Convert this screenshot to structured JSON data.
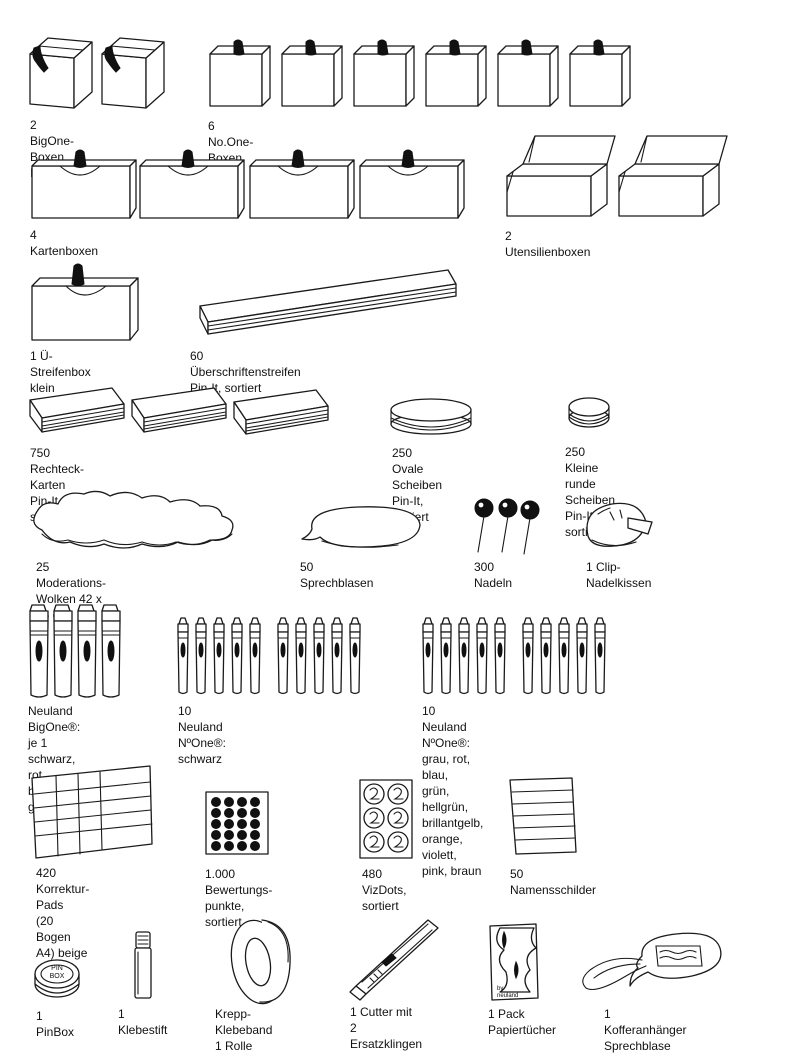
{
  "items": [
    {
      "id": "bigone-boxes",
      "icon": "box-icon",
      "label": "2 BigOne-Boxen III"
    },
    {
      "id": "noone-boxes",
      "icon": "box-icon",
      "label": "6 No.One-Boxen"
    },
    {
      "id": "card-boxes",
      "icon": "card-box-icon",
      "label": "4 Kartenboxen"
    },
    {
      "id": "utensil-boxes",
      "icon": "open-box-icon",
      "label": "2 Utensilienboxen"
    },
    {
      "id": "strip-box",
      "icon": "strip-box-icon",
      "label": "1 Ü-Streifenbox klein"
    },
    {
      "id": "header-strips",
      "icon": "paper-strip-icon",
      "label": "60 Überschriftenstreifen Pin-It, sortiert"
    },
    {
      "id": "rect-cards",
      "icon": "card-stack-icon",
      "label": "750 Rechteck-Karten Pin-It, sortiert"
    },
    {
      "id": "oval-discs",
      "icon": "oval-stack-icon",
      "label": "250 Ovale Scheiben\nPin-It, sortiert"
    },
    {
      "id": "round-discs",
      "icon": "round-stack-icon",
      "label": "250 Kleine runde\nScheiben Pin-It, sortiert"
    },
    {
      "id": "clouds",
      "icon": "cloud-icon",
      "label": "25 Moderations-Wolken 42 x 25 cm"
    },
    {
      "id": "speech-bubbles",
      "icon": "speech-bubble-icon",
      "label": "50 Sprechblasen"
    },
    {
      "id": "pins",
      "icon": "pin-icon",
      "label": "300 Nadeln"
    },
    {
      "id": "clip-cushion",
      "icon": "pin-cushion-icon",
      "label": "1 Clip-Nadelkissen"
    },
    {
      "id": "bigone-markers",
      "icon": "marker-icon",
      "label": "Neuland BigOne®:\nje 1 schwarz, rot,\nblau, grün"
    },
    {
      "id": "noone-black",
      "icon": "marker-icon",
      "label": "10 Neuland NºOne®: schwarz"
    },
    {
      "id": "noone-colors",
      "icon": "marker-icon",
      "label": "10 Neuland NºOne®: grau, rot, blau,\ngrün, hellgrün, brillantgelb, orange,\nviolett, pink, braun"
    },
    {
      "id": "correction-pads",
      "icon": "sheet-grid-icon",
      "label": "420 Korrektur-Pads\n(20 Bogen A4) beige"
    },
    {
      "id": "rating-dots",
      "icon": "dot-sheet-icon",
      "label": "1.000 Bewertungs-\npunkte, sortiert"
    },
    {
      "id": "vizdots",
      "icon": "vizdot-sheet-icon",
      "label": "480 VizDots,\nsortiert"
    },
    {
      "id": "name-tags",
      "icon": "name-tag-icon",
      "label": "50 Namensschilder"
    },
    {
      "id": "pinbox",
      "icon": "pinbox-icon",
      "label": "1 PinBox",
      "icon_text": "PIN BOX"
    },
    {
      "id": "glue-stick",
      "icon": "glue-stick-icon",
      "label": "1 Klebestift"
    },
    {
      "id": "tape",
      "icon": "tape-roll-icon",
      "label": "Krepp-Klebeband\n1 Rolle"
    },
    {
      "id": "cutter",
      "icon": "cutter-icon",
      "label": "1 Cutter mit\n2 Ersatzklingen"
    },
    {
      "id": "tissues",
      "icon": "tissue-pack-icon",
      "label": "1 Pack\nPapiertücher",
      "icon_text": "by neuland"
    },
    {
      "id": "luggage-tag",
      "icon": "luggage-tag-icon",
      "label": "1 Kofferanhänger\nSprechblase"
    }
  ]
}
